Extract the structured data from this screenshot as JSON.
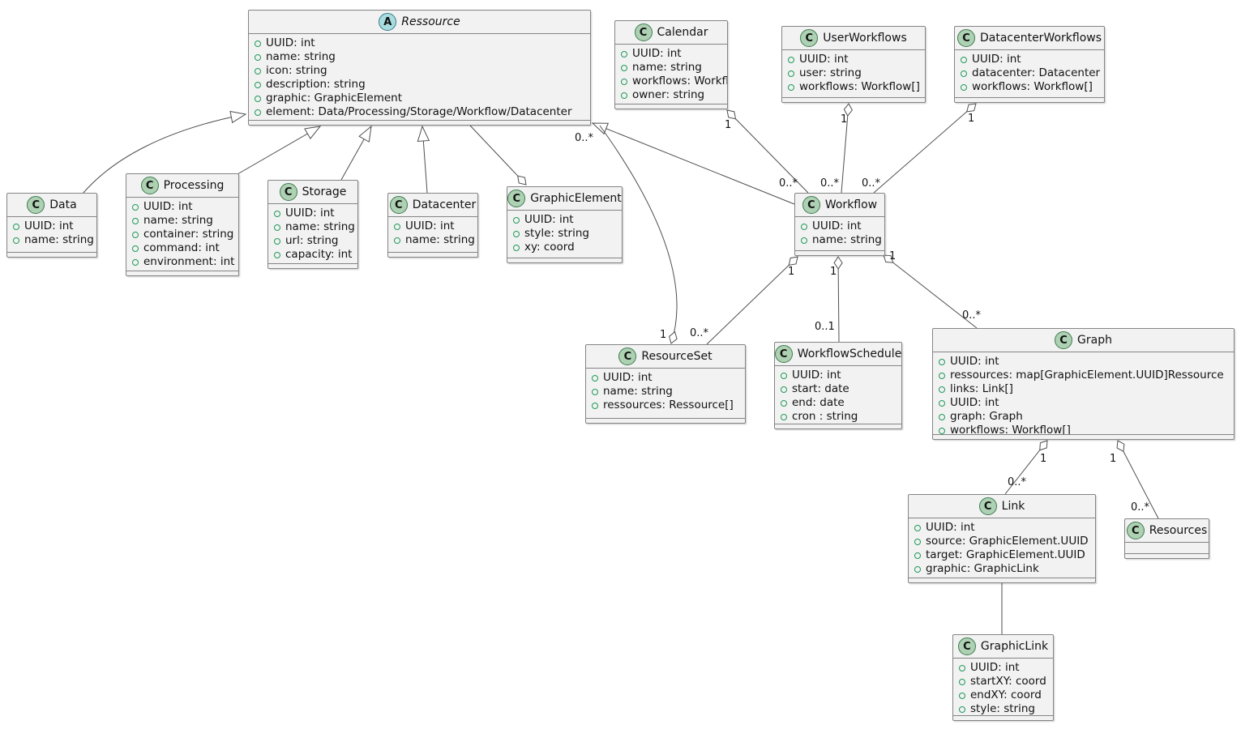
{
  "diagram": {
    "kind": "uml-class-diagram",
    "background": "#ffffff",
    "colors": {
      "background": "#ffffff",
      "box_fill": "#f2f2f2",
      "box_border": "#848484",
      "class_icon_fill": "#ADD1B2",
      "class_icon_border": "#3E7A52",
      "abstract_icon_fill": "#A9DCDF",
      "abstract_icon_border": "#357A8A",
      "attr_bullet": "#1f9958",
      "line": "#4e4e4e"
    },
    "classes": [
      {
        "id": "ressource",
        "stereotype": "abstract",
        "icon_letter": "A",
        "name": "Ressource",
        "attrs": [
          "UUID: int",
          "name: string",
          "icon: string",
          "description: string",
          "graphic: GraphicElement",
          "element: Data/Processing/Storage/Workflow/Datacenter"
        ]
      },
      {
        "id": "calendar",
        "stereotype": "class",
        "icon_letter": "C",
        "name": "Calendar",
        "attrs": [
          "UUID: int",
          "name: string",
          "workflows: Workflow[]",
          "owner: string"
        ]
      },
      {
        "id": "user_workflows",
        "stereotype": "class",
        "icon_letter": "C",
        "name": "UserWorkflows",
        "attrs": [
          "UUID: int",
          "user: string",
          "workflows: Workflow[]"
        ]
      },
      {
        "id": "datacenter_workflows",
        "stereotype": "class",
        "icon_letter": "C",
        "name": "DatacenterWorkflows",
        "attrs": [
          "UUID: int",
          "datacenter: Datacenter",
          "workflows: Workflow[]"
        ]
      },
      {
        "id": "data",
        "stereotype": "class",
        "icon_letter": "C",
        "name": "Data",
        "attrs": [
          "UUID: int",
          "name: string"
        ]
      },
      {
        "id": "processing",
        "stereotype": "class",
        "icon_letter": "C",
        "name": "Processing",
        "attrs": [
          "UUID: int",
          "name: string",
          "container: string",
          "command: int",
          "environment: int"
        ]
      },
      {
        "id": "storage",
        "stereotype": "class",
        "icon_letter": "C",
        "name": "Storage",
        "attrs": [
          "UUID: int",
          "name: string",
          "url: string",
          "capacity: int"
        ]
      },
      {
        "id": "datacenter",
        "stereotype": "class",
        "icon_letter": "C",
        "name": "Datacenter",
        "attrs": [
          "UUID: int",
          "name: string"
        ]
      },
      {
        "id": "graphic_element",
        "stereotype": "class",
        "icon_letter": "C",
        "name": "GraphicElement",
        "attrs": [
          "UUID: int",
          "style: string",
          "xy: coord"
        ]
      },
      {
        "id": "workflow",
        "stereotype": "class",
        "icon_letter": "C",
        "name": "Workflow",
        "attrs": [
          "UUID: int",
          "name: string"
        ]
      },
      {
        "id": "resource_set",
        "stereotype": "class",
        "icon_letter": "C",
        "name": "ResourceSet",
        "attrs": [
          "UUID: int",
          "name: string",
          "ressources: Ressource[]"
        ]
      },
      {
        "id": "workflow_schedule",
        "stereotype": "class",
        "icon_letter": "C",
        "name": "WorkflowSchedule",
        "attrs": [
          "UUID: int",
          "start: date",
          "end: date",
          "cron : string"
        ]
      },
      {
        "id": "graph",
        "stereotype": "class",
        "icon_letter": "C",
        "name": "Graph",
        "attrs": [
          "UUID: int",
          "ressources: map[GraphicElement.UUID]Ressource",
          "links: Link[]",
          "UUID: int",
          "graph: Graph",
          "workflows: Workflow[]"
        ]
      },
      {
        "id": "link",
        "stereotype": "class",
        "icon_letter": "C",
        "name": "Link",
        "attrs": [
          "UUID: int",
          "source: GraphicElement.UUID",
          "target: GraphicElement.UUID",
          "graphic: GraphicLink"
        ]
      },
      {
        "id": "resources",
        "stereotype": "class",
        "icon_letter": "C",
        "name": "Resources",
        "attrs": []
      },
      {
        "id": "graphic_link",
        "stereotype": "class",
        "icon_letter": "C",
        "name": "GraphicLink",
        "attrs": [
          "UUID: int",
          "startXY: coord",
          "endXY: coord",
          "style: string"
        ]
      }
    ],
    "edges": [
      {
        "from": "Data",
        "to": "Ressource",
        "type": "generalization"
      },
      {
        "from": "Processing",
        "to": "Ressource",
        "type": "generalization"
      },
      {
        "from": "Storage",
        "to": "Ressource",
        "type": "generalization"
      },
      {
        "from": "Datacenter",
        "to": "Ressource",
        "type": "generalization"
      },
      {
        "from": "Workflow",
        "to": "Ressource",
        "type": "generalization"
      },
      {
        "from": "Ressource",
        "to": "GraphicElement",
        "type": "aggregation",
        "diamond_at": "GraphicElement"
      },
      {
        "from": "Calendar",
        "to": "Workflow",
        "type": "aggregation",
        "diamond_at": "Calendar",
        "mult_diamond": "1",
        "mult_other": "0..*"
      },
      {
        "from": "UserWorkflows",
        "to": "Workflow",
        "type": "aggregation",
        "diamond_at": "UserWorkflows",
        "mult_diamond": "1",
        "mult_other": "0..*"
      },
      {
        "from": "DatacenterWorkflows",
        "to": "Workflow",
        "type": "aggregation",
        "diamond_at": "DatacenterWorkflows",
        "mult_diamond": "1",
        "mult_other": "0..*"
      },
      {
        "from": "ResourceSet",
        "to": "Ressource",
        "type": "aggregation",
        "diamond_at": "ResourceSet",
        "mult_diamond": "1",
        "mult_other": "0..*"
      },
      {
        "from": "Workflow",
        "to": "ResourceSet",
        "type": "aggregation",
        "diamond_at": "Workflow",
        "mult_diamond": "1",
        "mult_other": "0..*"
      },
      {
        "from": "Workflow",
        "to": "WorkflowSchedule",
        "type": "aggregation",
        "diamond_at": "Workflow",
        "mult_diamond": "1",
        "mult_other": "0..1"
      },
      {
        "from": "Workflow",
        "to": "Graph",
        "type": "aggregation",
        "diamond_at": "Workflow",
        "mult_diamond": "1",
        "mult_other": "0..*"
      },
      {
        "from": "Graph",
        "to": "Link",
        "type": "aggregation",
        "diamond_at": "Graph",
        "mult_diamond": "1",
        "mult_other": "0..*"
      },
      {
        "from": "Graph",
        "to": "Resources",
        "type": "aggregation",
        "diamond_at": "Graph",
        "mult_diamond": "1",
        "mult_other": "0..*"
      },
      {
        "from": "Link",
        "to": "GraphicLink",
        "type": "association"
      }
    ]
  }
}
